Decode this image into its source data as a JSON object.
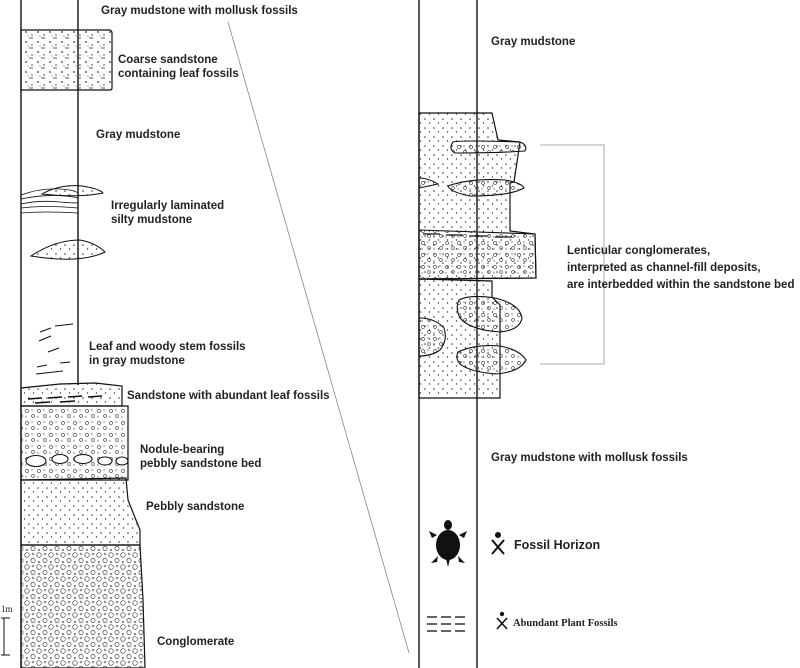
{
  "left_column": {
    "labels": [
      "Gray mudstone with mollusk fossils",
      "Coarse sandstone",
      "containing leaf fossils",
      "Gray mudstone",
      "Irregularly laminated",
      "silty mudstone",
      "Leaf and woody stem fossils",
      "in gray mudstone",
      "Sandstone with abundant leaf fossils",
      "Nodule-bearing",
      "pebbly sandstone bed",
      "Pebbly sandstone",
      "Conglomerate"
    ],
    "scale_label": "1m"
  },
  "right_column": {
    "labels": [
      "Gray mudstone",
      "Lenticular conglomerates,",
      "interpreted as channel-fill deposits,",
      "are interbedded within the sandstone bed",
      "Gray mudstone with mollusk fossils"
    ]
  },
  "legend": {
    "fossil_horizon": "Fossil Horizon",
    "abundant_plant_fossils": "Abundant Plant Fossils",
    "turtle_icon": "turtle-icon",
    "fossil_horizon_icon": "fossil-horizon-icon",
    "plant_fossil_icon": "plant-fossil-dash-icon"
  }
}
